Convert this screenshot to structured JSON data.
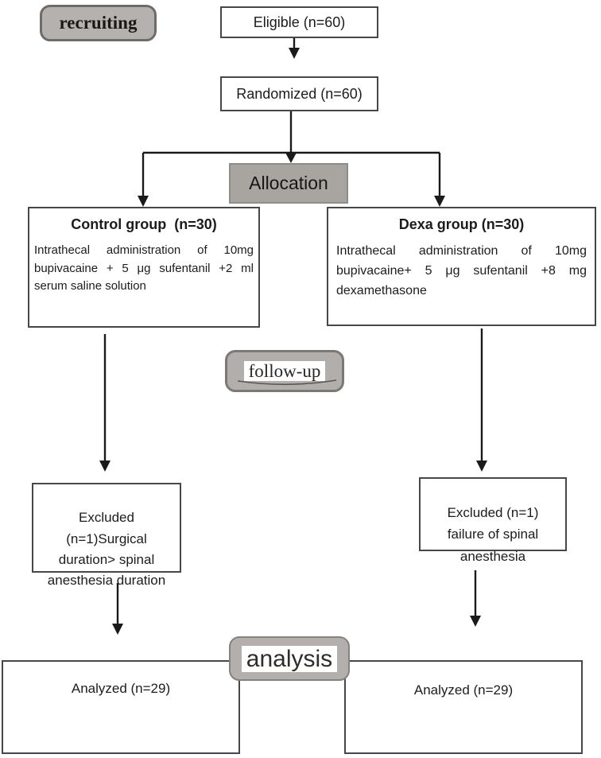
{
  "figure": {
    "stages": {
      "recruiting": {
        "label": "recruiting"
      },
      "allocation": {
        "label": "Allocation"
      },
      "follow_up": {
        "label": "follow-up"
      },
      "analysis": {
        "label": "analysis"
      }
    },
    "nodes": {
      "eligible": {
        "label": "Eligible (n=60)"
      },
      "randomized": {
        "label": "Randomized (n=60)"
      },
      "control_group": {
        "title": "Control group  (n=30)",
        "body": "Intrathecal administration of 10mg bupivacaine + 5 μg sufentanil +2 ml serum saline solution"
      },
      "dexa_group": {
        "title": "Dexa group (n=30)",
        "body": "Intrathecal administration of 10mg bupivacaine+ 5 μg sufentanil +8 mg dexamethasone"
      },
      "excluded_control": {
        "text": "Excluded\n(n=1)Surgical\nduration> spinal\nanesthesia duration"
      },
      "excluded_dexa": {
        "text": "Excluded (n=1)\nfailure  of spinal\nanesthesia"
      },
      "analyzed_control": {
        "label": "Analyzed (n=29)"
      },
      "analyzed_dexa": {
        "label": "Analyzed (n=29)"
      }
    },
    "colors": {
      "background": "#ffffff",
      "stage_fill": "#b1aeab",
      "stage_border": "#6e6c69",
      "allocation_fill": "#a8a5a1",
      "box_border": "#474747",
      "connector": "#1a1a1a",
      "text": "#1c1c1c"
    }
  }
}
